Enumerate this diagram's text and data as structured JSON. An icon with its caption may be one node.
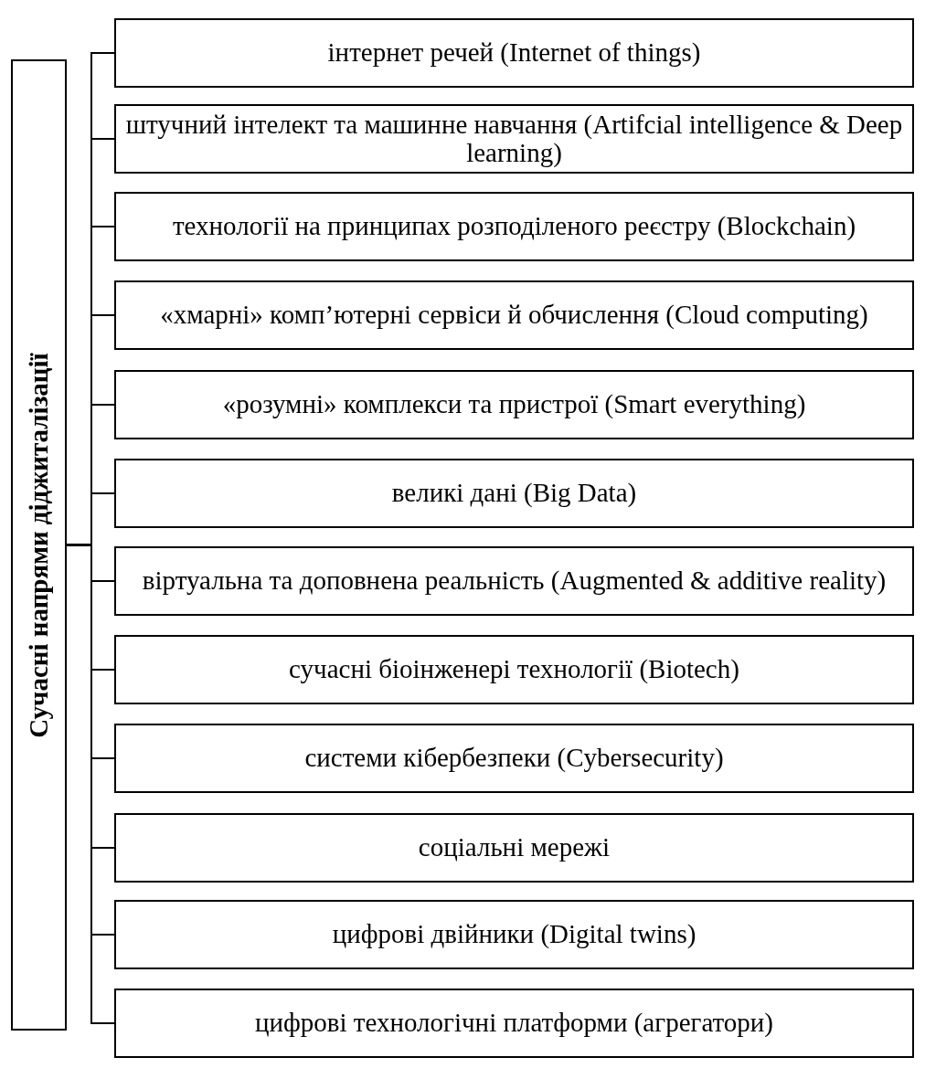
{
  "diagram": {
    "nodes": [
      {
        "text": [
          "Сучасні напрями діджиталізації"
        ]
      },
      {
        "text": [
          "інтернет речей (Internet of things)"
        ]
      },
      {
        "text": [
          "штучний інтелект та машинне навчання (Artifcial intelligence & Deep learning)"
        ]
      },
      {
        "text": [
          "технології на принципах розподіленого реєстру (Blockchain)"
        ]
      },
      {
        "text": [
          "«хмарні» комп’ютерні сервіси й обчислення (Cloud computing)"
        ]
      },
      {
        "text": [
          "«розумні» комплекси та пристрої (Smart everything)"
        ]
      },
      {
        "text": [
          "великі дані (Big Data)"
        ]
      },
      {
        "text": [
          "віртуальна та доповнена реальність (Augmented & additive reality)"
        ]
      },
      {
        "text": [
          "сучасні біоінженері технології (Biotech)"
        ]
      },
      {
        "text": [
          "системи кібербезпеки (Cybersecurity)"
        ]
      },
      {
        "text": [
          "соціальні мережі"
        ]
      },
      {
        "text": [
          "цифрові двійники (Digital twins)"
        ]
      },
      {
        "text": [
          "цифрові технологічні платформи (агрегатори)"
        ]
      }
    ],
    "edges": [
      {
        "from": 0,
        "to": 1,
        "arrow": "none"
      },
      {
        "from": 0,
        "to": 2,
        "arrow": "none"
      },
      {
        "from": 0,
        "to": 3,
        "arrow": "none"
      },
      {
        "from": 0,
        "to": 4,
        "arrow": "none"
      },
      {
        "from": 0,
        "to": 5,
        "arrow": "none"
      },
      {
        "from": 0,
        "to": 6,
        "arrow": "none"
      },
      {
        "from": 0,
        "to": 7,
        "arrow": "none"
      },
      {
        "from": 0,
        "to": 8,
        "arrow": "none"
      },
      {
        "from": 0,
        "to": 9,
        "arrow": "none"
      },
      {
        "from": 0,
        "to": 10,
        "arrow": "none"
      },
      {
        "from": 0,
        "to": 11,
        "arrow": "none"
      },
      {
        "from": 0,
        "to": 12,
        "arrow": "none"
      }
    ]
  }
}
